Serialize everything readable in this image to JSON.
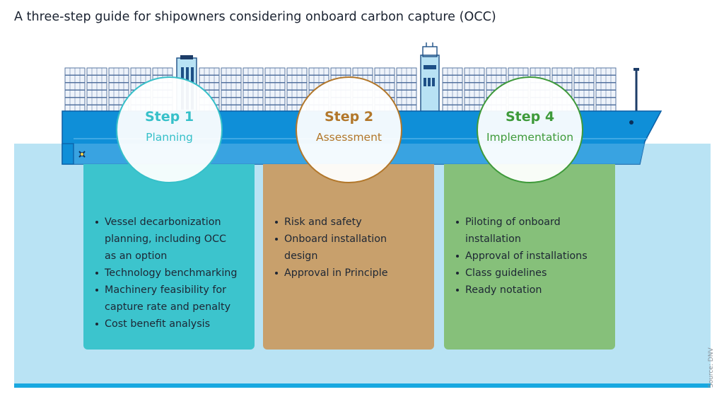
{
  "title": "A three-step guide for shipowners considering onboard carbon capture (OCC)",
  "source": "Source: DNV",
  "steps": [
    {
      "step": "Step 1",
      "name": "Planning",
      "color": "#36c0c9",
      "panel_color": "#3cc4cd",
      "bullets": [
        "Vessel decarbonization",
        "planning, including OCC",
        "as an option",
        "Technology benchmarking",
        "Machinery feasibility for",
        "capture rate and penalty",
        "Cost benefit analysis"
      ]
    },
    {
      "step": "Step 2",
      "name": "Assessment",
      "color": "#b2772a",
      "panel_color": "#c8a06c",
      "bullets": [
        "Risk and safety",
        "Onboard installation",
        "design",
        "Approval in Principle"
      ]
    },
    {
      "step": "Step 4",
      "name": "Implementation",
      "color": "#3e9a3a",
      "panel_color": "#86c07a",
      "bullets": [
        "Piloting of onboard",
        "installation",
        "Approval of installations",
        "Class guidelines",
        "Ready notation"
      ]
    }
  ],
  "colors": {
    "hull": "#0f8fd8",
    "hull_dark": "#0b5fa5",
    "sea": "#b9e3f4",
    "sea_band": "#18a8e0",
    "container": "#eef3fa",
    "container_edge": "#4a6a9a"
  }
}
